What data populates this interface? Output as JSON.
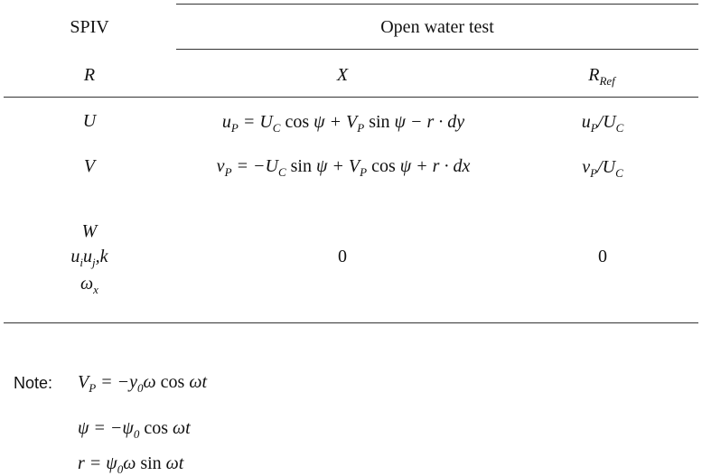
{
  "table": {
    "header1": {
      "col1": "SPIV",
      "group": "Open water test"
    },
    "header2": {
      "col1": "R",
      "col2": "X",
      "col3_base": "R",
      "col3_sub": "Ref"
    },
    "rows": [
      {
        "r": "U",
        "x": "u_P = U_C cos ψ + V_P sin ψ − r · dy",
        "ref": "u_P / U_C"
      },
      {
        "r": "V",
        "x": "v_P = −U_C sin ψ + V_P cos ψ + r · dx",
        "ref": "v_P / U_C"
      },
      {
        "r": "W / u_i u_j, k / ω_x",
        "x": "0",
        "ref": "0"
      }
    ]
  },
  "note": {
    "label": "Note:",
    "equations": [
      "V_P = −y_0 ω cos ωt",
      "ψ = −ψ_0 cos ωt",
      "r = ψ_0 ω sin ωt"
    ]
  }
}
